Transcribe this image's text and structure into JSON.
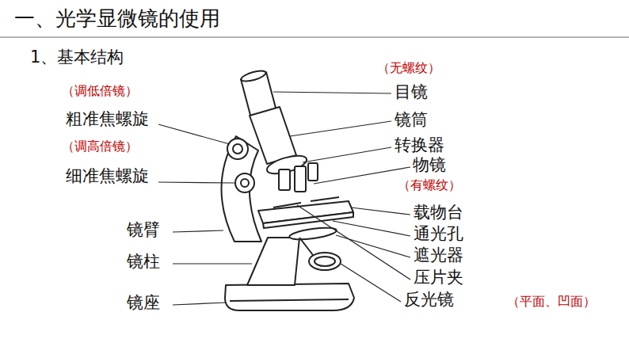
{
  "diagram": {
    "title": "一、光学显微镜的使用",
    "labels": [
      "1、基本结构",
      "（无螺纹）",
      "（调低倍镜）",
      "目镜",
      "粗准焦螺旋",
      "镜筒",
      "（调高倍镜）",
      "转换器",
      "物镜",
      "细准焦螺旋",
      "（有螺纹）",
      "载物台",
      "镜臂",
      "通光孔",
      "遮光器",
      "镜柱",
      "压片夹",
      "镜座",
      "反光镜",
      "（平面、凹面）"
    ]
  }
}
